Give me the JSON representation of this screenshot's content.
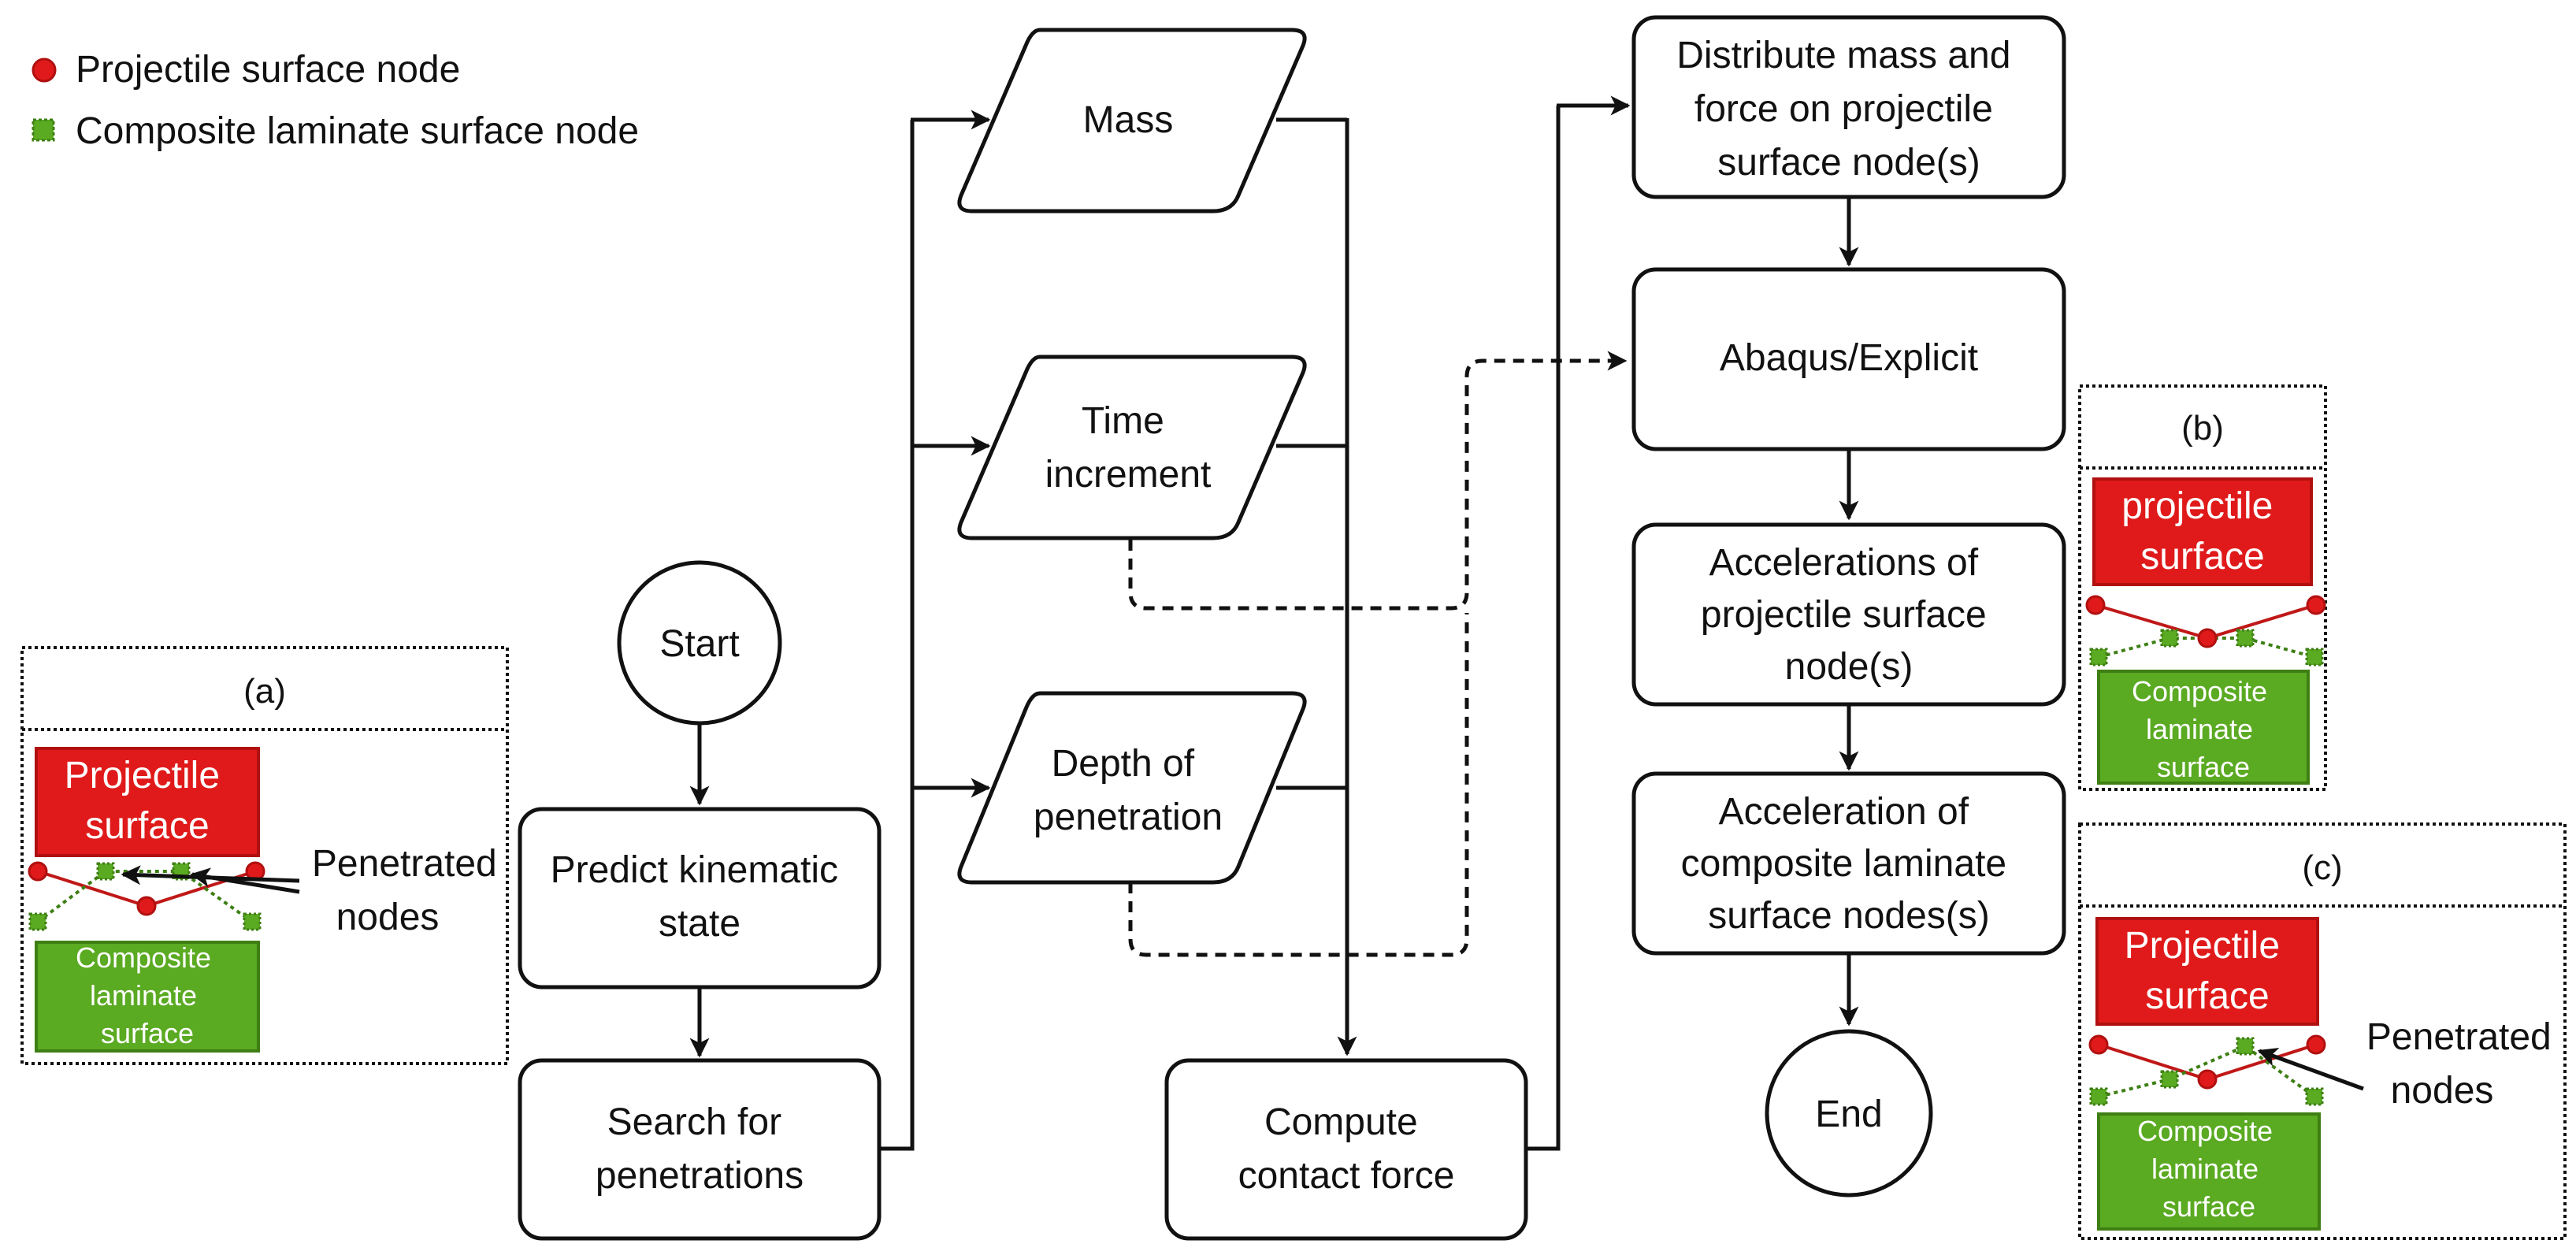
{
  "colors": {
    "projectile": "#e01a1a",
    "projectile_border": "#b01010",
    "laminate": "#5aaa22",
    "laminate_border": "#3e7f14",
    "line": "#111111"
  },
  "legend": {
    "projectile_node": "Projectile surface node",
    "laminate_node": "Composite laminate surface node"
  },
  "nodes": {
    "start": "Start",
    "predict": [
      "Predict kinematic",
      "state"
    ],
    "search": [
      "Search for",
      "penetrations"
    ],
    "mass": "Mass",
    "time": [
      "Time",
      "increment"
    ],
    "depth": [
      "Depth of",
      "penetration"
    ],
    "contact": [
      "Compute",
      "contact force"
    ],
    "distribute": [
      "Distribute mass and",
      "force on projectile",
      "surface node(s)"
    ],
    "abaqus": "Abaqus/Explicit",
    "accel_proj": [
      "Accelerations of",
      "projectile surface",
      "node(s)"
    ],
    "accel_comp": [
      "Acceleration of",
      "composite laminate",
      "surface nodes(s)"
    ],
    "end": "End"
  },
  "panels": {
    "a": {
      "label": "(a)",
      "projectile": [
        "Projectile",
        "surface"
      ],
      "laminate": [
        "Composite",
        "laminate",
        "surface"
      ],
      "note": [
        "Penetrated",
        "nodes"
      ]
    },
    "b": {
      "label": "(b)",
      "projectile": [
        "projectile",
        "surface"
      ],
      "laminate": [
        "Composite",
        "laminate",
        "surface"
      ]
    },
    "c": {
      "label": "(c)",
      "projectile": [
        "Projectile",
        "surface"
      ],
      "laminate": [
        "Composite",
        "laminate",
        "surface"
      ],
      "note": [
        "Penetrated",
        "nodes"
      ]
    }
  },
  "icons": {
    "projectile_node": "red-circle-node-icon",
    "laminate_node": "green-square-node-icon"
  }
}
